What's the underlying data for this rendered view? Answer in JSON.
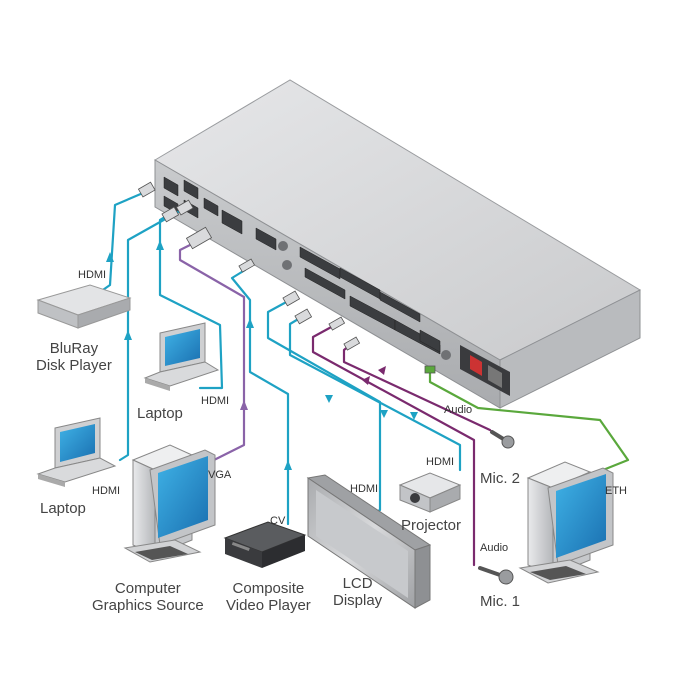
{
  "devices": {
    "bluray": [
      "BluRay",
      "Disk Player"
    ],
    "laptop_top": "Laptop",
    "laptop_bottom": "Laptop",
    "computer_graphics": [
      "Computer",
      "Graphics Source"
    ],
    "composite_player": [
      "Composite",
      "Video Player"
    ],
    "lcd_display": [
      "LCD",
      "Display"
    ],
    "projector": "Projector",
    "mic1": "Mic. 1",
    "mic2": "Mic. 2"
  },
  "cables": {
    "bluray_hdmi": "HDMI",
    "laptop_top_hdmi": "HDMI",
    "laptop_bottom_hdmi": "HDMI",
    "vga": "VGA",
    "cv": "CV",
    "lcd_hdmi": "HDMI",
    "projector_hdmi": "HDMI",
    "audio_mic2": "Audio",
    "audio_mic1": "Audio",
    "eth": "ETH"
  },
  "colors": {
    "hdmi_cable": "#1ea2c4",
    "vga_cable": "#8a63a8",
    "cv_cable": "#1ea2c4",
    "audio_cable": "#7a2a6e",
    "eth_cable": "#5aa83c",
    "chassis": "#d5d6d8"
  }
}
